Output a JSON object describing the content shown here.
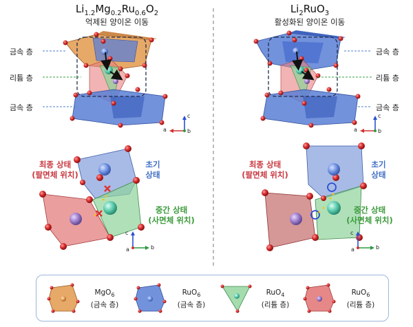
{
  "left_panel": {
    "formula_parts": [
      "Li",
      "1.2",
      "Mg",
      "0.2",
      "Ru",
      "0.6",
      "O",
      "2"
    ],
    "subtitle": "억제된 양이온 이동",
    "metal_layer_top": "금속 층",
    "lithium_layer": "리튬 층",
    "metal_layer_bottom": "금속 층",
    "axis": {
      "a": "a",
      "b": "b",
      "c": "c"
    },
    "final_state": [
      "최종 상태",
      "(팔면체 위치)"
    ],
    "initial_state": [
      "초기",
      "상태"
    ],
    "intermediate_state": [
      "중간 상태",
      "(사면체 위치)"
    ],
    "axis2": {
      "a": "a",
      "b": "b",
      "c": "c"
    }
  },
  "right_panel": {
    "formula_parts": [
      "Li",
      "2",
      "RuO",
      "3"
    ],
    "subtitle": "활성화된 양이온 이동",
    "metal_layer_top": "금속 층",
    "lithium_layer": "리튬 층",
    "metal_layer_bottom": "금속 층",
    "axis": {
      "a": "a",
      "b": "b",
      "c": "c"
    },
    "final_state": [
      "최종 상태",
      "(팔면체 위치)"
    ],
    "initial_state": [
      "초기",
      "상태"
    ],
    "intermediate_state": [
      "중간 상태",
      "(사면체 위치)"
    ],
    "axis2": {
      "a": "a",
      "b": "b",
      "c": "c"
    }
  },
  "legend": [
    {
      "formula": [
        "MgO",
        "6"
      ],
      "layer": "(금속 층)",
      "color": "#e39a4e"
    },
    {
      "formula": [
        "RuO",
        "6"
      ],
      "layer": "(금속 층)",
      "color": "#5a7fd6"
    },
    {
      "formula": [
        "RuO",
        "4"
      ],
      "layer": "(리튬 층)",
      "color": "#8fd39a"
    },
    {
      "formula": [
        "RuO",
        "6"
      ],
      "layer": "(리튬 층)",
      "color": "#e06a6a"
    }
  ],
  "colors": {
    "mg_octahedron": "#e39a4e",
    "ru_octahedron": "#5a7fd6",
    "tetrahedron": "#8fd39a",
    "li_octahedron": "#e88080",
    "oxygen": "#d42a2a",
    "final_state_text": "#c8383f",
    "initial_state_text": "#3f6fc4",
    "intermediate_state_text": "#3a9a3a"
  }
}
